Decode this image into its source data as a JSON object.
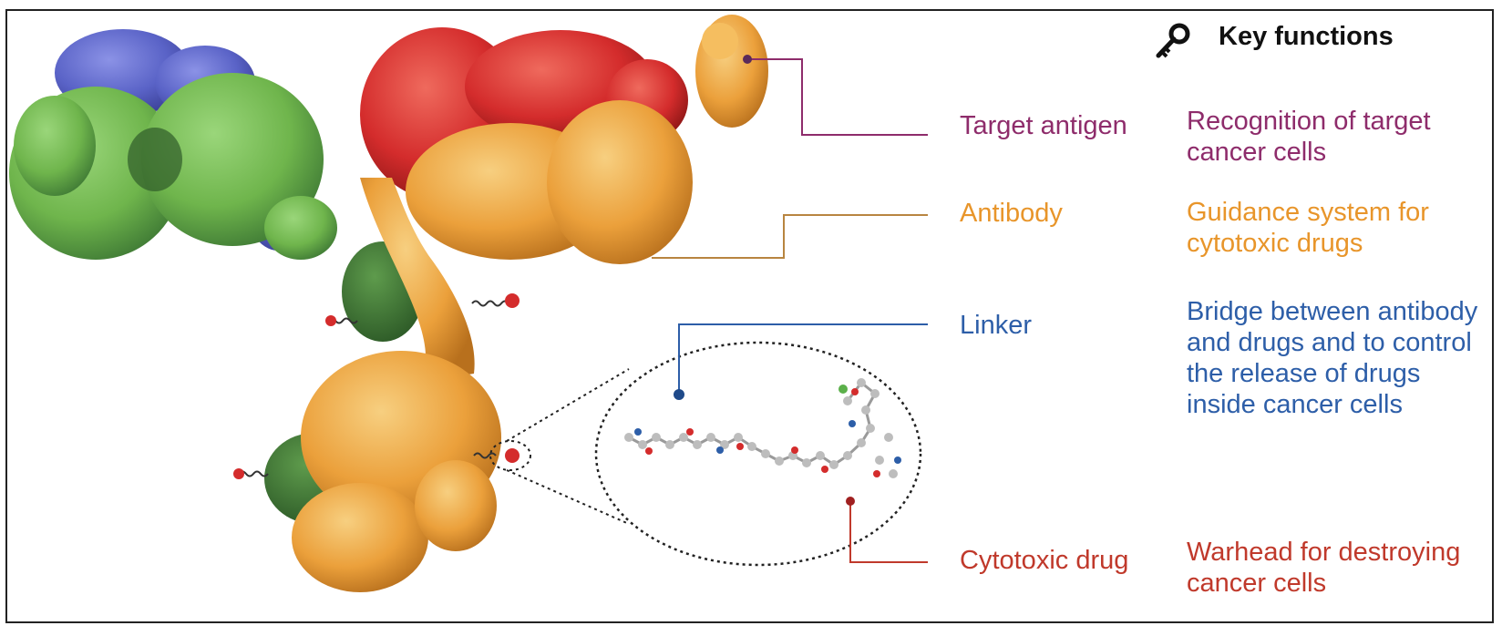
{
  "header": {
    "title": "Key functions",
    "icon": "key-icon"
  },
  "components": [
    {
      "id": "target-antigen",
      "name": "Target antigen",
      "description": "Recognition of target cancer cells",
      "color": "#8e2c6b"
    },
    {
      "id": "antibody",
      "name": "Antibody",
      "description": "Guidance system for cytotoxic drugs",
      "color": "#e8952a"
    },
    {
      "id": "linker",
      "name": "Linker",
      "description": "Bridge between antibody and drugs and to control the release of drugs inside cancer cells",
      "color": "#2d5ea8"
    },
    {
      "id": "cytotoxic-drug",
      "name": "Cytotoxic drug",
      "description": "Warhead for destroying cancer cells",
      "color": "#c0392b"
    }
  ],
  "molecule_colors": {
    "heavy_chain_green": "#6fb54c",
    "light_chain_blue": "#5a63c7",
    "antigen_orange": "#f0a33a",
    "red_domain": "#d42c2c",
    "dark_green": "#3f7a35"
  }
}
